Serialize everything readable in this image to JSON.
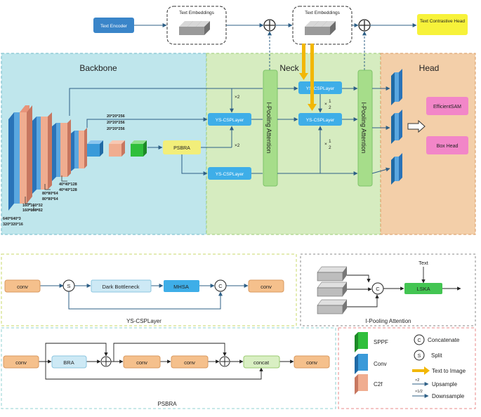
{
  "top": {
    "text_encoder": "Text Encoder",
    "text_embeddings_1": "Text Embeddings",
    "text_embeddings_2": "Text Embeddings",
    "text_contrastive_head": "Text Contrastive Head"
  },
  "sections": {
    "backbone": "Backbone",
    "neck": "Neck",
    "head": "Head"
  },
  "backbone": {
    "dims": [
      "640*640*3",
      "320*320*16",
      "160*160*32",
      "160*160*32",
      "80*80*64",
      "80*80*64",
      "40*40*128",
      "40*40*128",
      "20*20*256",
      "20*20*256",
      "20*20*256"
    ],
    "psbra": "PSBRA"
  },
  "neck": {
    "yscsp": "YS-CSPLayer",
    "ipool": "I-Pooling Attention",
    "x2": "×2",
    "half_num": "1",
    "half_den": "2"
  },
  "head": {
    "efficientsam": "EfficientSAM",
    "boxhead": "Box Head"
  },
  "yscsp_detail": {
    "conv": "conv",
    "s": "S",
    "dark": "Dark Bottleneck",
    "mhsa": "MHSA",
    "c": "C",
    "caption": "YS-CSPLayer"
  },
  "ipool_detail": {
    "text": "Text",
    "c": "C",
    "lska": "LSKA",
    "caption": "I-Pooling Attention"
  },
  "psbra_detail": {
    "conv": "conv",
    "bra": "BRA",
    "concat": "concat",
    "caption": "PSBRA"
  },
  "legend": {
    "sppf": "SPPF",
    "conv": "Conv",
    "c2f": "C2f",
    "concatenate": "Concatenate",
    "split": "Split",
    "text_to_image": "Text to Image",
    "upsample": "Upsample",
    "downsample": "Downsample",
    "x2": "×2",
    "x_half": "×1/2",
    "c": "C",
    "s": "S"
  }
}
